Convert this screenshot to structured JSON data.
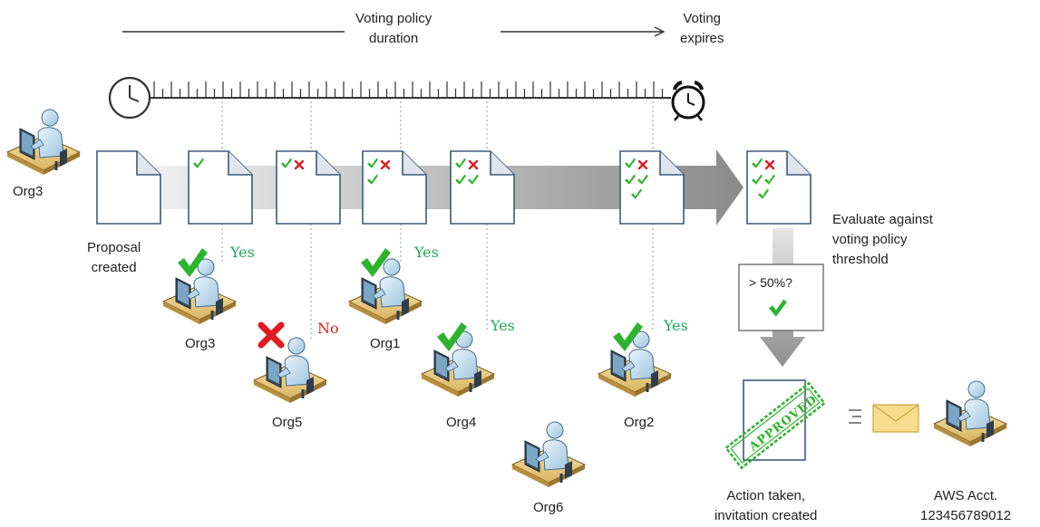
{
  "header": {
    "duration_line1": "Voting policy",
    "duration_line2": "duration",
    "expires_line1": "Voting",
    "expires_line2": "expires"
  },
  "proposer": {
    "label": "Org3"
  },
  "proposal": {
    "line1": "Proposal",
    "line2": "created"
  },
  "votes": [
    {
      "org": "Org3",
      "vote": "Yes"
    },
    {
      "org": "Org5",
      "vote": "No"
    },
    {
      "org": "Org1",
      "vote": "Yes"
    },
    {
      "org": "Org4",
      "vote": "Yes"
    },
    {
      "org": "Org2",
      "vote": "Yes"
    }
  ],
  "non_voter": {
    "org": "Org6"
  },
  "evaluate": {
    "line1": "Evaluate against",
    "line2": "voting policy",
    "line3": "threshold"
  },
  "threshold": {
    "label": "> 50%?"
  },
  "action": {
    "line1": "Action taken,",
    "line2": "invitation created",
    "stamp": "APPROVED"
  },
  "recipient": {
    "line1": "AWS Acct.",
    "line2": "123456789012"
  },
  "colors": {
    "yes": "#22aa55",
    "no": "#e02020",
    "check": "#2db32d",
    "cross": "#e11b22",
    "arrow": "#8c8c8c"
  }
}
